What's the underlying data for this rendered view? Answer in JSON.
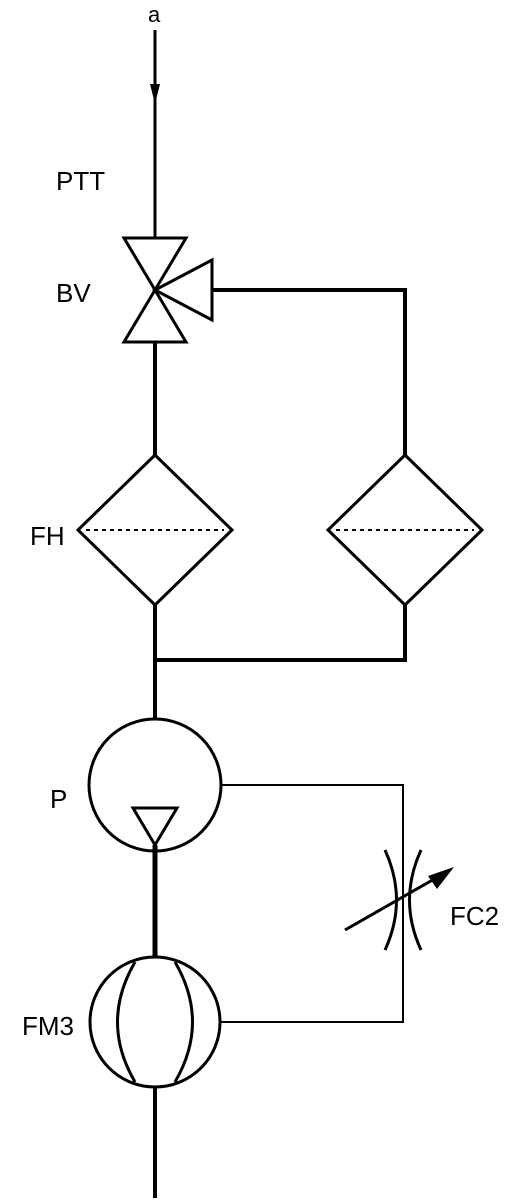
{
  "labels": {
    "input": "a",
    "ptt": "PTT",
    "bv": "BV",
    "fh": "FH",
    "p": "P",
    "fc2": "FC2",
    "fm3": "FM3"
  },
  "colors": {
    "line": "#000000",
    "background": "#ffffff"
  }
}
